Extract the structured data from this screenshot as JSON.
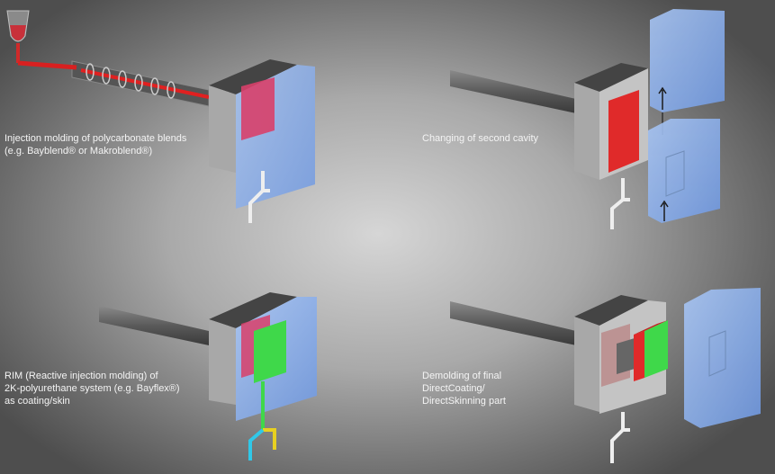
{
  "steps": [
    {
      "lines": [
        "Injection molding of polycarbonate blends",
        "(e.g. Bayblend® or Makroblend®)"
      ]
    },
    {
      "lines": [
        "Changing of second cavity"
      ]
    },
    {
      "lines": [
        "RIM (Reactive injection molding) of",
        "2K-polyurethane system (e.g. Bayflex®)",
        "as coating/skin"
      ]
    },
    {
      "lines": [
        "Demolding of final",
        "DirectCoating/",
        "DirectSkinning part"
      ]
    }
  ],
  "colors": {
    "cavity_blue": "#8fb4ee",
    "polycarbonate_red": "#e02a2a",
    "polyurethane_green": "#3fd84a",
    "mold_grey": "#a8a8a8"
  }
}
